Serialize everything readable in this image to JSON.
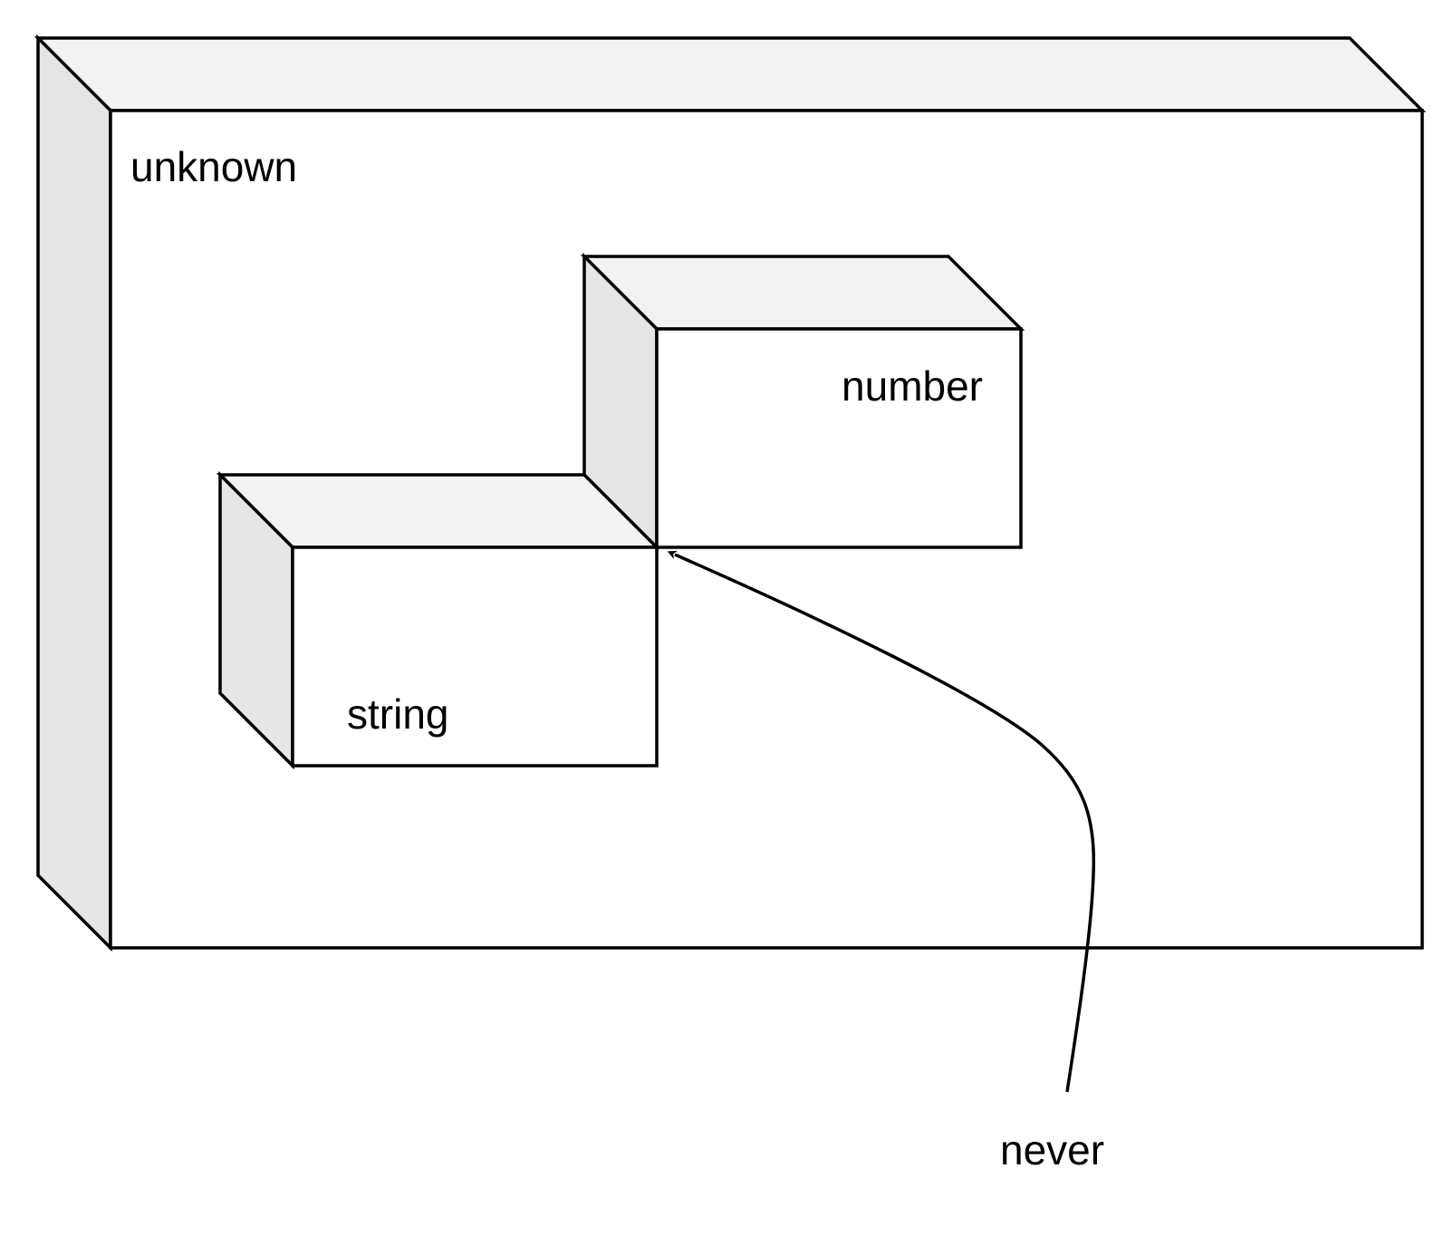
{
  "diagram": {
    "colors": {
      "stroke": "#000000",
      "top_face": "#f2f2f2",
      "side_face": "#e5e5e5",
      "front_face": "#ffffff"
    },
    "nodes": {
      "unknown": {
        "label": "unknown"
      },
      "number": {
        "label": "number"
      },
      "string": {
        "label": "string"
      }
    },
    "annotation": {
      "label": "never",
      "points_to": "intersection of string and number"
    }
  }
}
